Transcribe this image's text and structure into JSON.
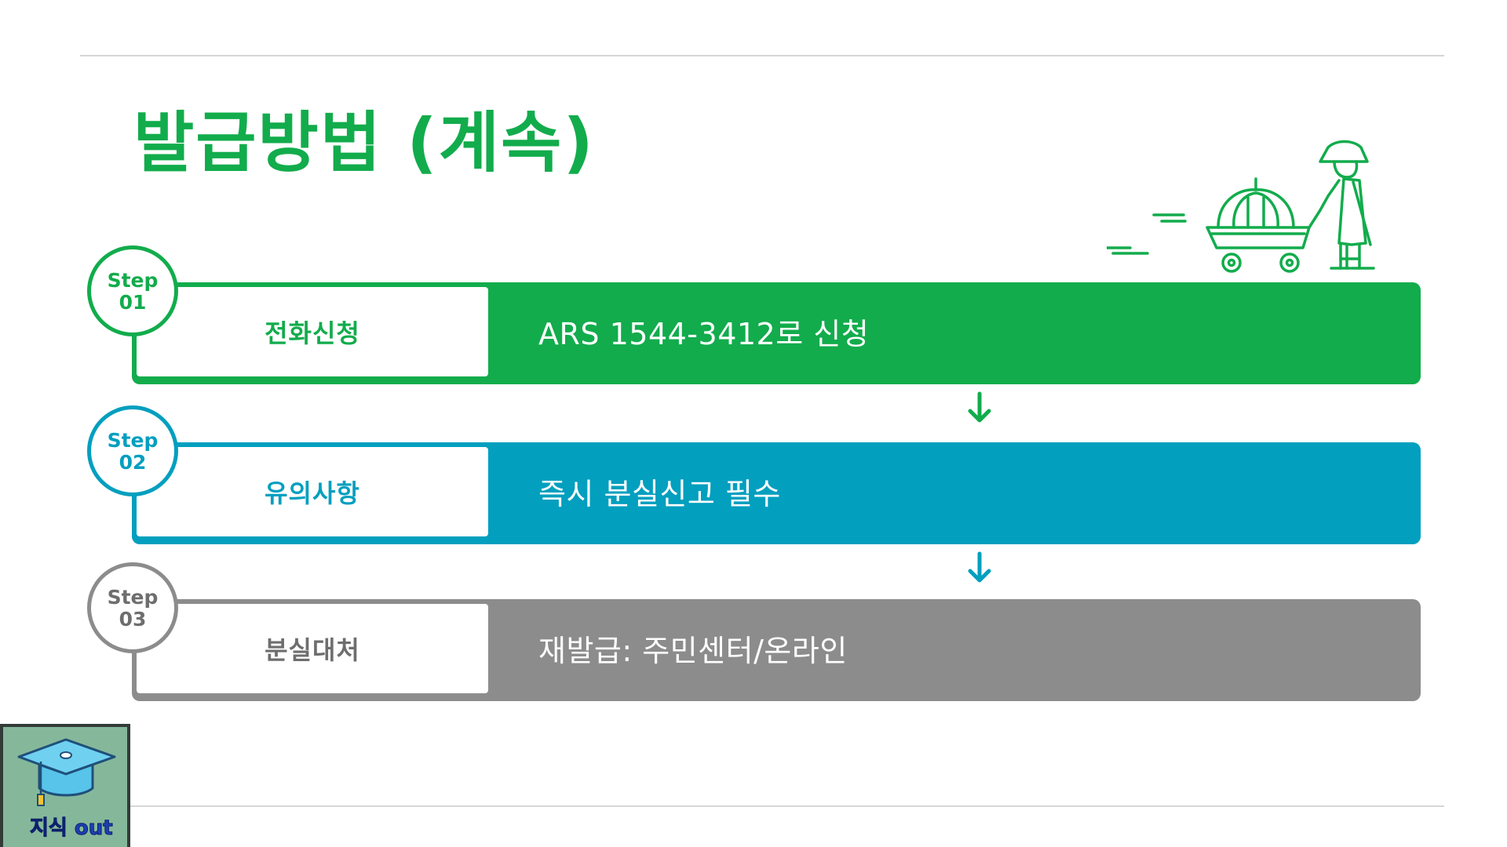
{
  "slide": {
    "title": "발급방법 (계속)"
  },
  "steps": [
    {
      "word": "Step",
      "num": "01",
      "label": "전화신청",
      "desc": "ARS 1544-3412로 신청",
      "color": "#12ac4c"
    },
    {
      "word": "Step",
      "num": "02",
      "label": "유의사항",
      "desc": "즉시 분실신고 필수",
      "color": "#029fbf"
    },
    {
      "word": "Step",
      "num": "03",
      "label": "분실대처",
      "desc": "재발급: 주민센터/온라인",
      "color": "#8c8c8c"
    }
  ],
  "logo": {
    "text": "지식 out",
    "icon": "graduation-cap-icon"
  },
  "decoration": {
    "icon": "farmer-with-pumpkin-cart-icon"
  }
}
